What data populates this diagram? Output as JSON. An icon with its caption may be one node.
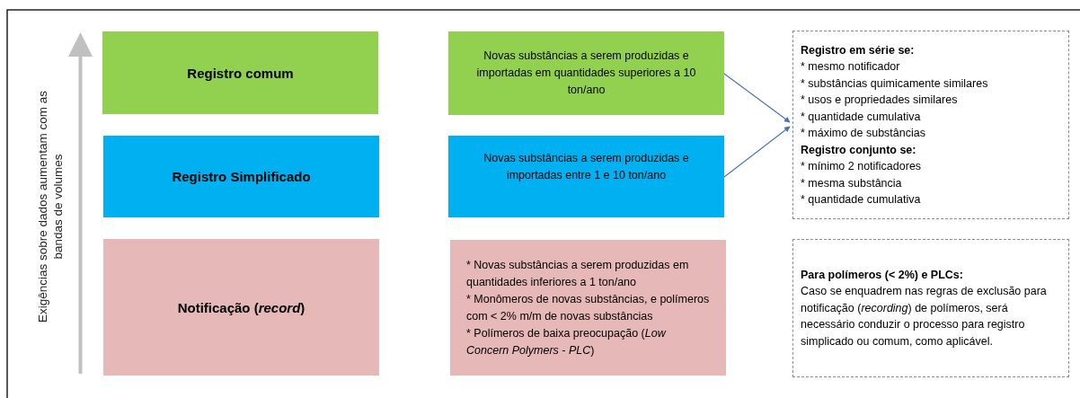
{
  "diagram": {
    "nodes": [
      {
        "text": [
          "Registro comum"
        ]
      },
      {
        "text": [
          "Novas substâncias a serem produzidas e importadas em quantidades superiores a 10 ton/ano"
        ]
      },
      {
        "text": [
          "Registro Simplificado"
        ]
      },
      {
        "text": [
          "Novas substâncias a serem produzidas e importadas entre 1 e 10 ton/ano"
        ]
      },
      {
        "text": [
          "Notificação (*record*)"
        ]
      },
      {
        "text": [
          "* Novas substâncias a serem produzidas em quantidades inferiores a 1 ton/ano",
          "* Monômeros de novas substâncias, e polímeros com < 2% m/m de novas substâncias",
          "* Polímeros de baixa preocupação (*Low Concern Polymers - PLC*)"
        ]
      },
      {
        "text": [
          "**Registro em série se:**",
          "* mesmo notificador",
          "* substâncias quimicamente similares",
          "* usos e propriedades similares",
          "* quantidade cumulativa",
          "* máximo de substâncias",
          "**Registro conjunto se:**",
          "* mínimo 2 notificadores",
          "* mesma substância",
          "* quantidade cumulativa"
        ]
      },
      {
        "text": [
          "**Para polímeros (< 2%) e PLCs:**",
          "Caso se enquadrem nas regras de exclusão para notificação (*recording*) de polímeros, será necessário conduzir o processo para registro simplicado ou comum, como aplicável."
        ]
      }
    ],
    "edges": [
      {
        "from": 1,
        "to": 6,
        "arrow": "to"
      },
      {
        "from": 3,
        "to": 6,
        "arrow": "to"
      }
    ],
    "labels": [
      "Exigências sobre dados aumentam com as bandas de volumes"
    ]
  }
}
